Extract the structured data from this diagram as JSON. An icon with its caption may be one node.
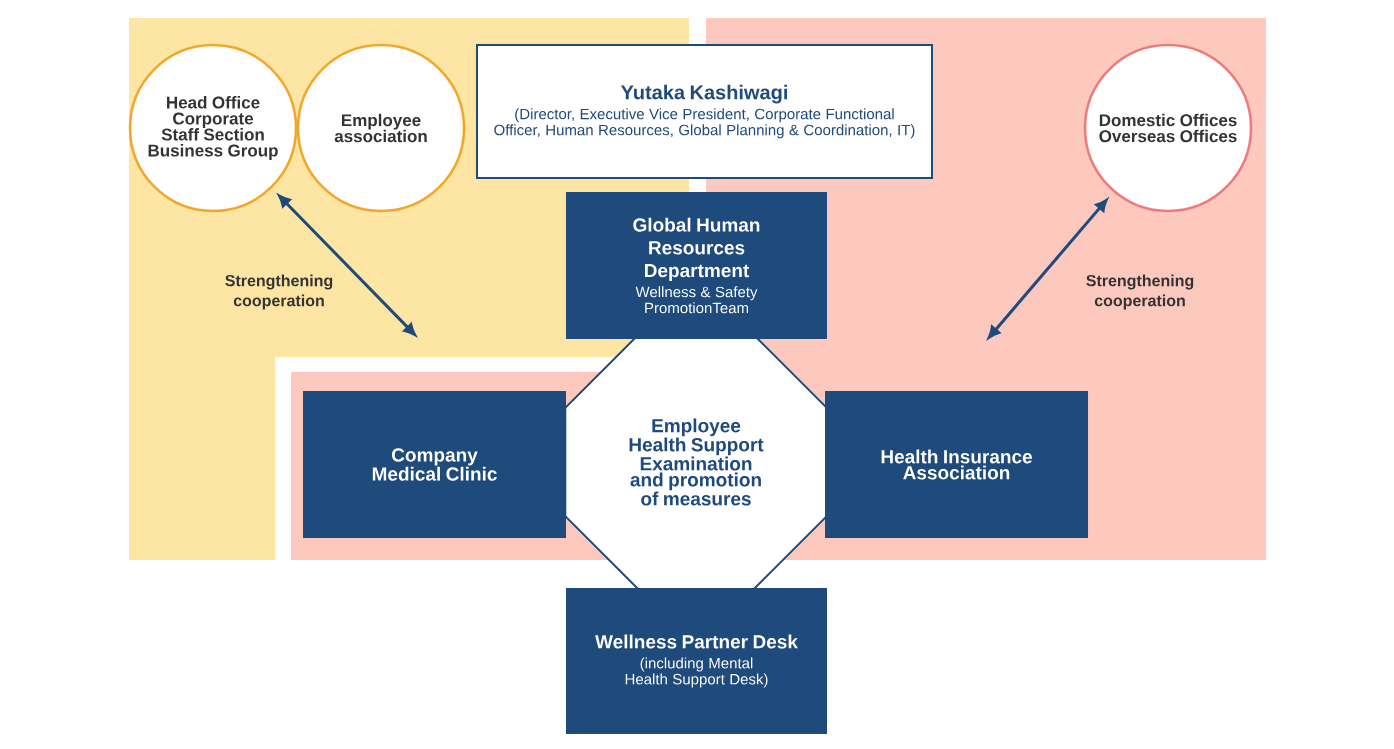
{
  "diagram": {
    "nodes": [
      {
        "text": [
          "Head Office Corporate Staff Section Business Group"
        ]
      },
      {
        "text": [
          "Employee association"
        ]
      },
      {
        "text": [
          "Yutaka Kashiwagi",
          "(Director, Executive Vice President, Corporate Functional Officer, Human Resources, Global Planning & Coordination, IT)"
        ]
      },
      {
        "text": [
          "Domestic Offices Overseas Offices"
        ]
      },
      {
        "text": [
          "Global Human Resources Department",
          "Wellness & Safety PromotionTeam"
        ]
      },
      {
        "text": [
          "Company Medical Clinic"
        ]
      },
      {
        "text": [
          "Employee Health Support Examination and promotion of measures"
        ]
      },
      {
        "text": [
          "Health Insurance Association"
        ]
      },
      {
        "text": [
          "Wellness Partner Desk",
          "(including Mental Health Support Desk)"
        ]
      }
    ],
    "edges": [
      {
        "from": 0,
        "to": null,
        "arrow": "both",
        "label": "Strengthening cooperation"
      },
      {
        "from": 3,
        "to": null,
        "arrow": "both",
        "label": "Strengthening cooperation"
      }
    ]
  }
}
